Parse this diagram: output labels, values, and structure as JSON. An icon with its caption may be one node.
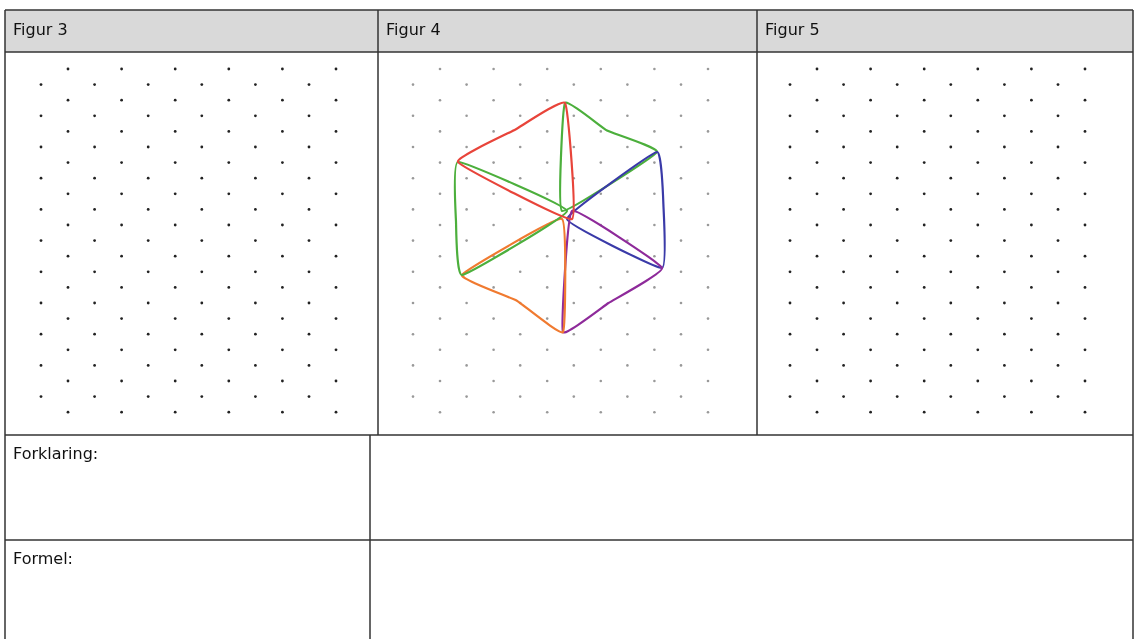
{
  "diagram": {
    "labels": [
      "Figur 3",
      "Figur 4",
      "Figur 5",
      "Forklaring:",
      "Formel:"
    ]
  }
}
